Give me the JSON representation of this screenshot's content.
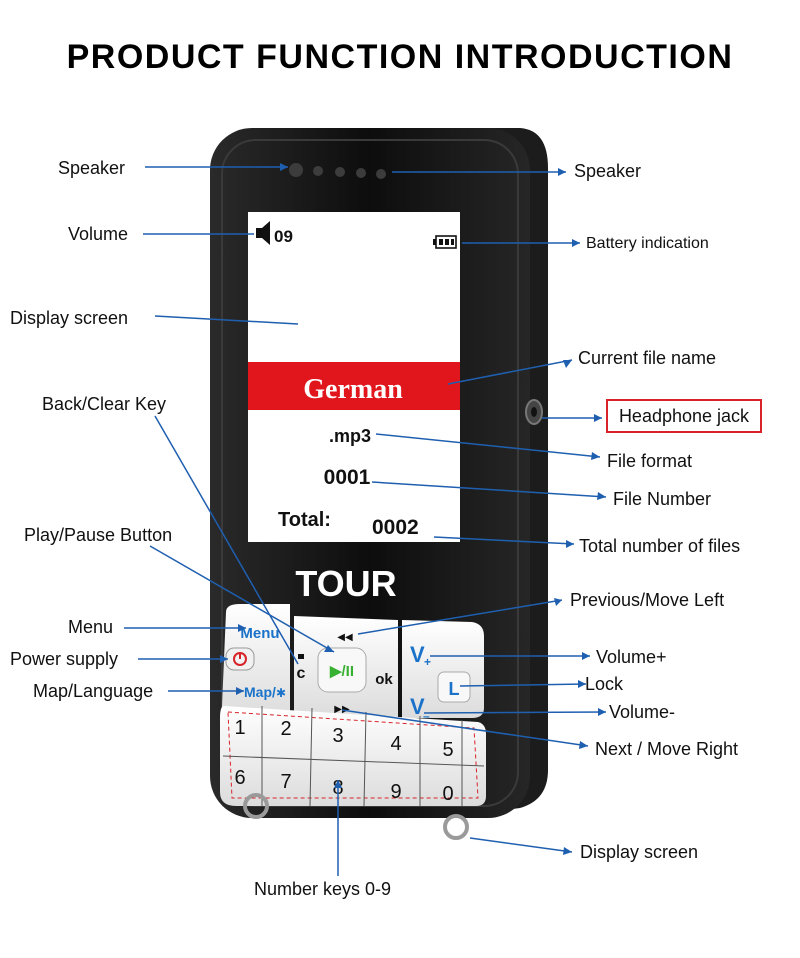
{
  "title": "PRODUCT FUNCTION INTRODUCTION",
  "device": {
    "brand": "TOUR",
    "screen": {
      "volume_value": "09",
      "file_name": "German",
      "file_format": ".mp3",
      "file_number": "0001",
      "total_label": "Total:",
      "total_value": "0002"
    },
    "keys": {
      "menu": "Menu",
      "map": "Map/",
      "clear": "c",
      "ok": "ok",
      "vol_up": "V",
      "vol_up_sub": "+",
      "vol_down": "V",
      "vol_down_sub": "–",
      "lock": "L",
      "prev": "◀◀",
      "next": "▶▶",
      "play": "▶/II",
      "power": "⓪",
      "numbers": [
        "1",
        "2",
        "3",
        "4",
        "5",
        "6",
        "7",
        "8",
        "9",
        "0"
      ]
    }
  },
  "labels": {
    "speaker_left": "Speaker",
    "speaker_right": "Speaker",
    "volume": "Volume",
    "battery": "Battery indication",
    "display_screen": "Display screen",
    "current_file_name": "Current file name",
    "back_clear_key": "Back/Clear Key",
    "headphone_jack": "Headphone jack",
    "file_format": "File format",
    "file_number": "File Number",
    "play_pause": "Play/Pause Button",
    "total_files": "Total number of files",
    "previous": "Previous/Move Left",
    "menu": "Menu",
    "volume_plus": "Volume+",
    "power_supply": "Power supply",
    "lock": "Lock",
    "map_language": "Map/Language",
    "volume_minus": "Volume-",
    "next": "Next / Move Right",
    "display_screen_bottom": "Display screen",
    "number_keys": "Number keys 0-9"
  },
  "colors": {
    "device_body": "#111111",
    "screen_bg": "#ffffff",
    "file_bar": "#e0161c",
    "key_blue": "#1a72c9",
    "play_green": "#38b133",
    "line_blue": "#1f5fb0",
    "frame_red": "#d8232a"
  }
}
